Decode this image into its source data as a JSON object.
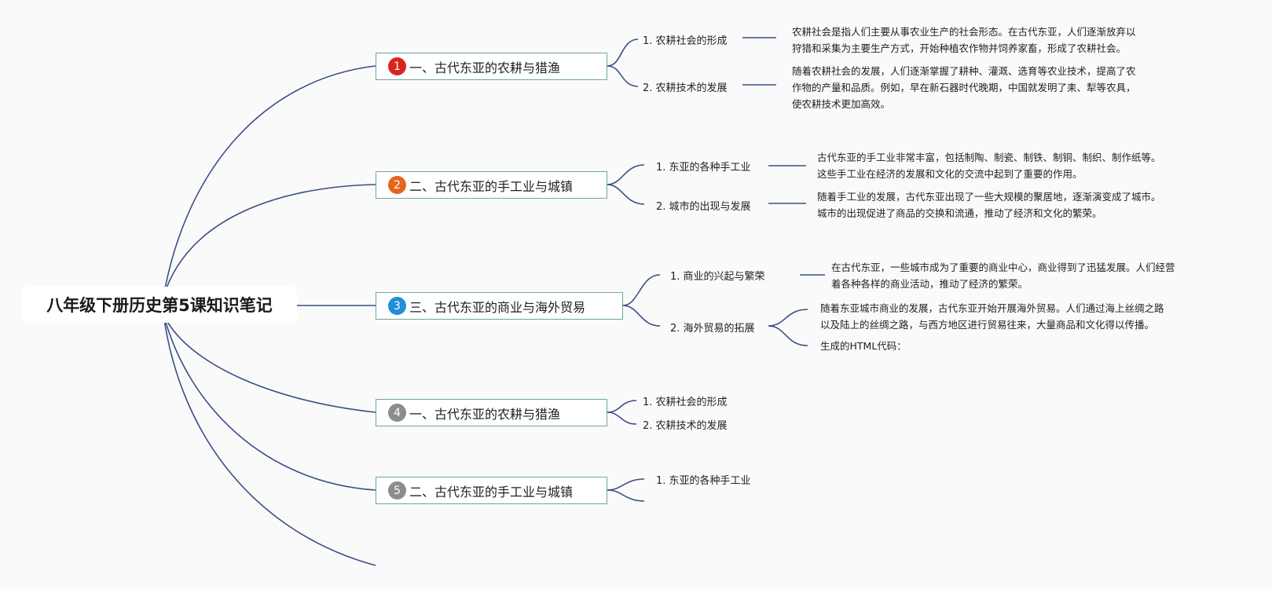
{
  "root": {
    "title": "八年级下册历史第5课知识笔记"
  },
  "colors": {
    "line": "#3b4f87",
    "badge_1": "#d9251d",
    "badge_2": "#e3661d",
    "badge_3": "#1f8fd6",
    "badge_muted": "#8c8c8c",
    "topic_border": "#6fa79c"
  },
  "topics": [
    {
      "num": "1",
      "title": "一、古代东亚的农耕与猎渔",
      "subtopics": [
        {
          "label": "1. 农耕社会的形成",
          "notes": [
            "农耕社会是指人们主要从事农业生产的社会形态。在古代东亚，人们逐渐放弃以",
            "狩猎和采集为主要生产方式，开始种植农作物并饲养家畜，形成了农耕社会。"
          ]
        },
        {
          "label": "2. 农耕技术的发展",
          "notes": [
            "随着农耕社会的发展，人们逐渐掌握了耕种、灌溉、选育等农业技术，提高了农",
            "作物的产量和品质。例如，早在新石器时代晚期，中国就发明了耒、犁等农具，",
            "使农耕技术更加高效。"
          ]
        }
      ]
    },
    {
      "num": "2",
      "title": "二、古代东亚的手工业与城镇",
      "subtopics": [
        {
          "label": "1. 东亚的各种手工业",
          "notes": [
            "古代东亚的手工业非常丰富，包括制陶、制瓷、制铁、制铜、制织、制作纸等。",
            "这些手工业在经济的发展和文化的交流中起到了重要的作用。"
          ]
        },
        {
          "label": "2. 城市的出现与发展",
          "notes": [
            "随着手工业的发展，古代东亚出现了一些大规模的聚居地，逐渐演变成了城市。",
            "城市的出现促进了商品的交换和流通，推动了经济和文化的繁荣。"
          ]
        }
      ]
    },
    {
      "num": "3",
      "title": "三、古代东亚的商业与海外贸易",
      "subtopics": [
        {
          "label": "1. 商业的兴起与繁荣",
          "notes": [
            "在古代东亚，一些城市成为了重要的商业中心，商业得到了迅猛发展。人们经营",
            "着各种各样的商业活动，推动了经济的繁荣。"
          ]
        },
        {
          "label": "2. 海外贸易的拓展",
          "notes": [
            "随着东亚城市商业的发展，古代东亚开始开展海外贸易。人们通过海上丝绸之路",
            "以及陆上的丝绸之路，与西方地区进行贸易往来，大量商品和文化得以传播。"
          ],
          "extra": "生成的HTML代码："
        }
      ]
    },
    {
      "num": "4",
      "title": "一、古代东亚的农耕与猎渔",
      "subtopics": [
        {
          "label": "1. 农耕社会的形成"
        },
        {
          "label": "2. 农耕技术的发展"
        }
      ]
    },
    {
      "num": "5",
      "title": "二、古代东亚的手工业与城镇",
      "subtopics": [
        {
          "label": "1. 东亚的各种手工业"
        }
      ]
    }
  ]
}
